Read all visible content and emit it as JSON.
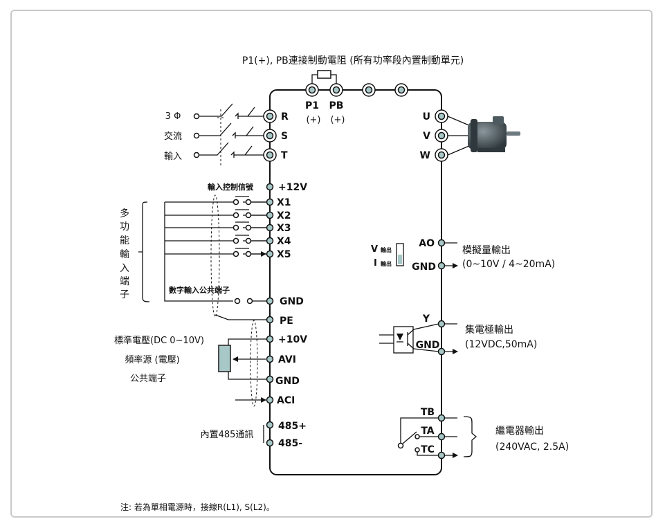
{
  "header": {
    "title": "P1(+), PB連接制動電阻 (所有功率段內置制動單元)"
  },
  "top_terminals": {
    "p1": "P1",
    "p1_sign": "(+)",
    "pb": "PB",
    "pb_sign": "(+)"
  },
  "power_input": {
    "label_line1": "3 Φ",
    "label_line2": "交流",
    "label_line3": "輸入",
    "terminals": [
      "R",
      "S",
      "T"
    ]
  },
  "motor_output": {
    "terminals": [
      "U",
      "V",
      "W"
    ]
  },
  "control_inputs": {
    "signal_label": "輸入控制信號",
    "supply": "+12V",
    "inputs": [
      "X1",
      "X2",
      "X3",
      "X4",
      "X5"
    ],
    "group_label": [
      "多",
      "功",
      "能",
      "輸",
      "入",
      "端",
      "子"
    ],
    "common_label": "數字輸入公共端子",
    "gnd": "GND",
    "pe": "PE"
  },
  "analog_inputs": {
    "ref_voltage_label": "標準電壓(DC 0~10V)",
    "freq_source_label": "頻率源 (電壓)",
    "common_label": "公共端子",
    "plus10v": "+10V",
    "avi": "AVI",
    "gnd": "GND",
    "aci": "ACI"
  },
  "rs485": {
    "label": "內置485通訊",
    "plus": "485+",
    "minus": "485-"
  },
  "analog_output": {
    "switch_v": "V",
    "switch_i": "I",
    "switch_sub": "輸出",
    "ao": "AO",
    "gnd": "GND",
    "label": "模擬量輸出",
    "range": "(0~10V / 4~20mA)"
  },
  "collector_output": {
    "y": "Y",
    "gnd": "GND",
    "label": "集電極輸出",
    "rating": "(12VDC,50mA)"
  },
  "relay_output": {
    "tb": "TB",
    "ta": "TA",
    "tc": "TC",
    "label": "繼電器輸出",
    "rating": "(240VAC, 2.5A)"
  },
  "footnote": "注: 若為單相電源時，接線R(L1), S(L2)。",
  "colors": {
    "terminal_fill": "#a8c8c8",
    "frame_border": "#c9c9c9",
    "motor": "#3a4448"
  }
}
